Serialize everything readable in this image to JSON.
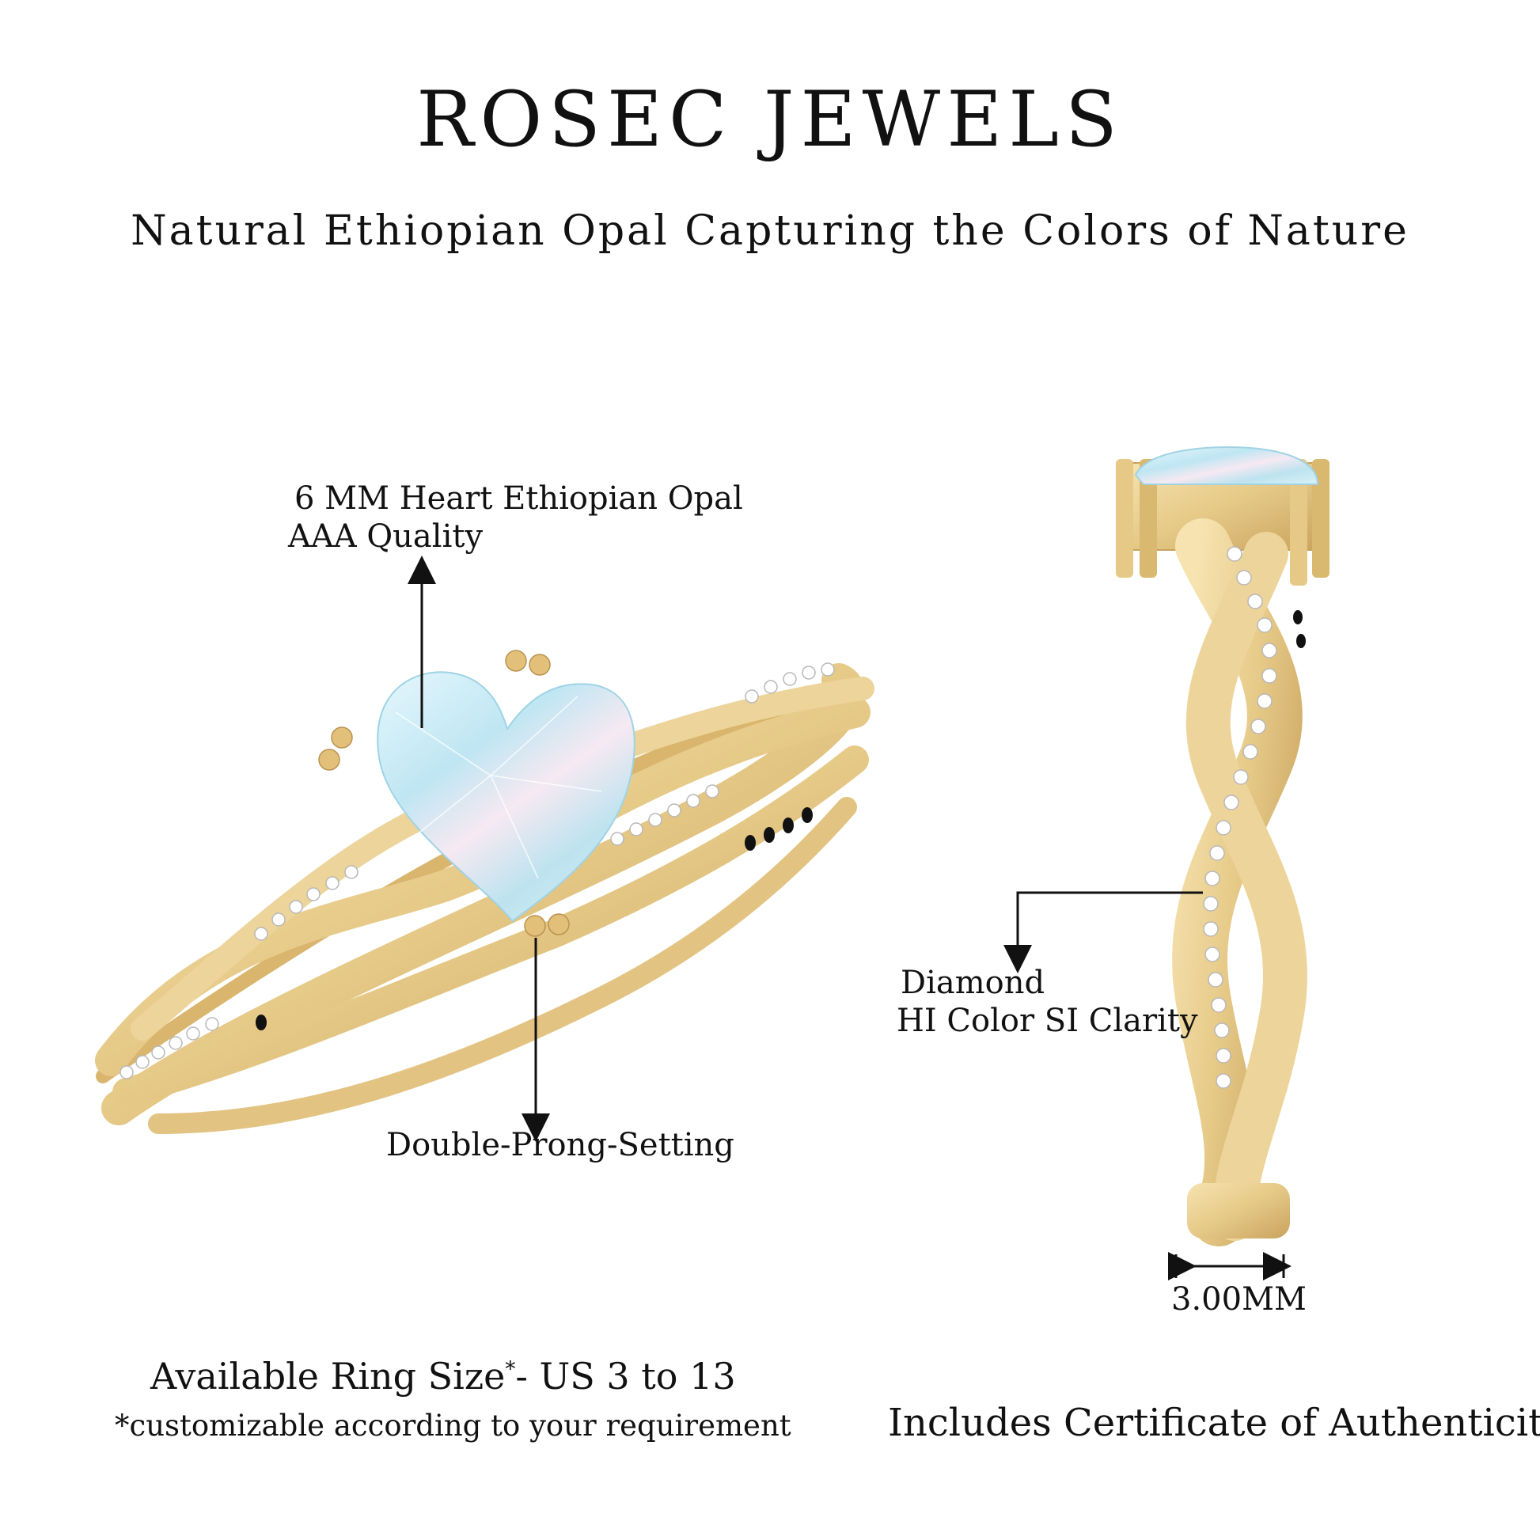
{
  "header": {
    "brand": "ROSEC JEWELS",
    "tagline": "Natural Ethiopian Opal Capturing the Colors of Nature"
  },
  "callouts": {
    "stone_line1": "6 MM Heart Ethiopian Opal",
    "stone_line2": "AAA Quality",
    "setting": "Double-Prong-Setting",
    "diamond_line1": "Diamond",
    "diamond_line2": "HI Color SI Clarity",
    "width": "3.00MM"
  },
  "footer": {
    "ring_size_label": "Available Ring Size",
    "ring_size_asterisk": "*",
    "ring_size_range": "- US 3 to 13",
    "customize_note": "*customizable according to your requirement",
    "certificate": "Includes Certificate of Authenticity"
  },
  "colors": {
    "gold": "#e9cf8f",
    "gold_dark": "#c9a561",
    "opal": "#cfeef8",
    "text": "#111111"
  }
}
